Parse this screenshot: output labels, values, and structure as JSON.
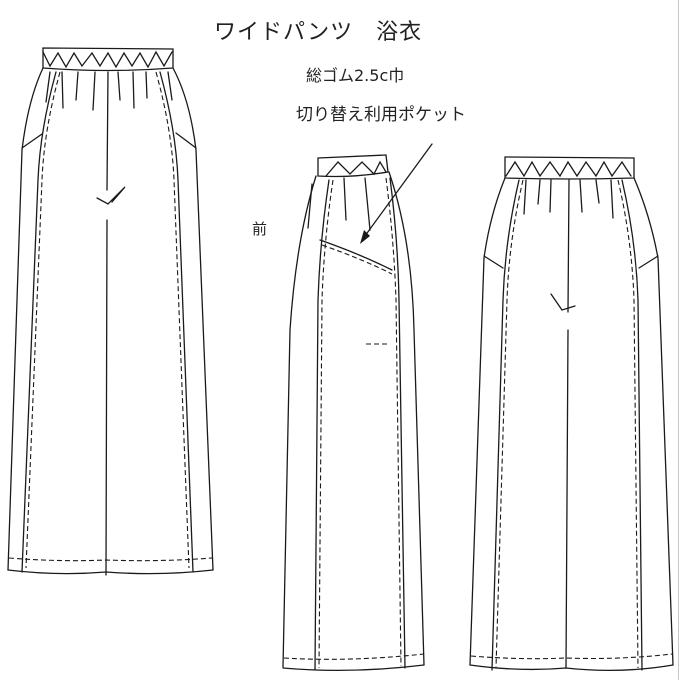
{
  "title": "ワイドパンツ　浴衣",
  "annotations": {
    "elastic": "総ゴム2.5c巾",
    "pocket": "切り替え利用ポケット",
    "front_label": "前"
  },
  "drawings": [
    {
      "name": "front-view-full",
      "view": "front"
    },
    {
      "name": "side-view-with-pocket",
      "view": "front-side"
    },
    {
      "name": "back-view",
      "view": "back"
    }
  ],
  "colors": {
    "line": "#1a1a1a",
    "background": "#ffffff"
  }
}
